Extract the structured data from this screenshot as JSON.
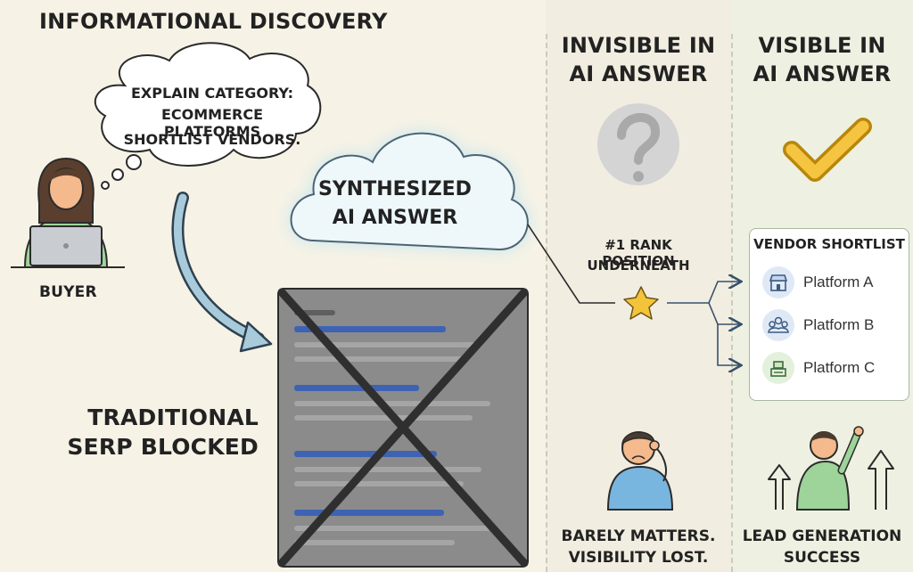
{
  "title": "INFORMATIONAL DISCOVERY",
  "thought_bubble": {
    "lines": [
      "EXPLAIN CATEGORY:",
      "ECOMMERCE PLATFORMS",
      "SHORTLIST VENDORS."
    ]
  },
  "buyer_label": "BUYER",
  "ai_cloud": {
    "lines": [
      "SYNTHESIZED",
      "AI ANSWER"
    ]
  },
  "serp_label": {
    "lines": [
      "TRADITIONAL",
      "SERP BLOCKED"
    ]
  },
  "invisible_column": {
    "heading": [
      "INVISIBLE IN",
      "AI ANSWER"
    ],
    "rank_note": [
      "#1 RANK POSITION",
      "UNDERNEATH"
    ],
    "caption": [
      "BARELY MATTERS.",
      "VISIBILITY LOST."
    ],
    "icon": "question-mark-icon"
  },
  "visible_column": {
    "heading": [
      "VISIBLE IN",
      "AI ANSWER"
    ],
    "shortlist_title": "VENDOR SHORTLIST",
    "vendors": [
      "Platform A",
      "Platform B",
      "Platform C"
    ],
    "caption": [
      "LEAD GENERATION",
      "SUCCESS"
    ],
    "icon": "checkmark-icon"
  },
  "colors": {
    "background": "#f6f2e6",
    "serp_panel": "#8b8b8b",
    "serp_link": "#3f63b3",
    "cloud_glow": "#bfe6f0",
    "check": "#f0b830",
    "star": "#f3c33a",
    "person_green": "#9ed39a",
    "person_blue": "#79b6df"
  }
}
